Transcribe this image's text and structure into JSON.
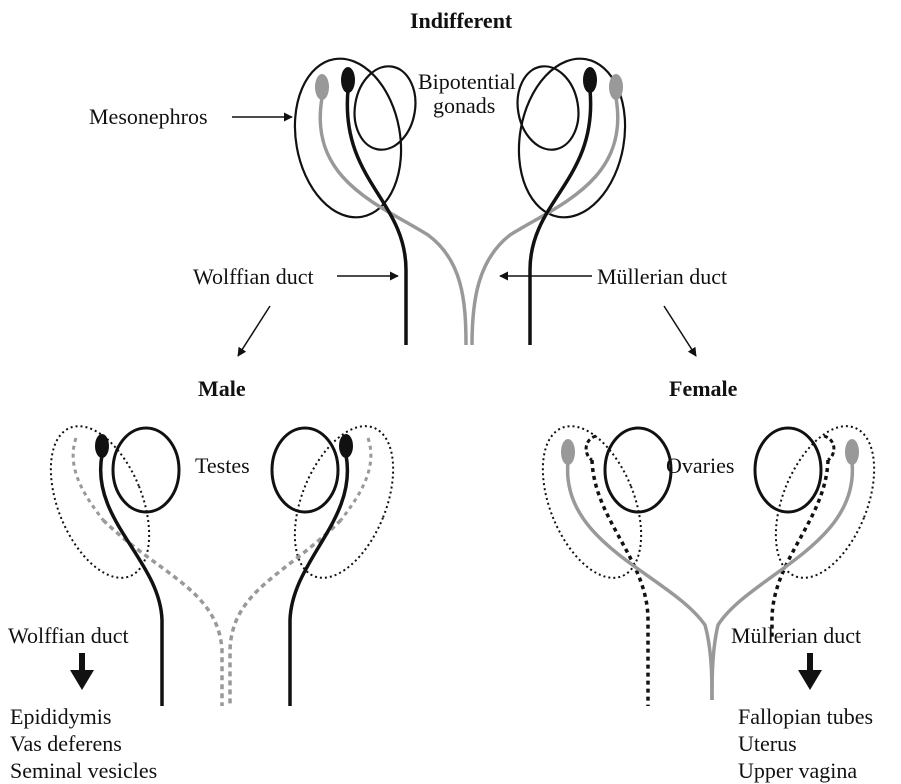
{
  "headings": {
    "indifferent": "Indifferent",
    "male": "Male",
    "female": "Female"
  },
  "labels": {
    "mesonephros": "Mesonephros",
    "bipotential_line1": "Bipotential",
    "bipotential_line2": "gonads",
    "wolffian_duct_top": "Wolffian duct",
    "mullerian_duct_top": "Müllerian duct",
    "testes": "Testes",
    "ovaries": "Ovaries",
    "wolffian_duct_male": "Wolffian duct",
    "mullerian_duct_female": "Müllerian duct"
  },
  "male_derivatives": [
    "Epididymis",
    "Vas deferens",
    "Seminal vesicles"
  ],
  "female_derivatives": [
    "Fallopian tubes",
    "Uterus",
    "Upper vagina"
  ],
  "colors": {
    "wolffian": "#111111",
    "mullerian": "#999999",
    "regressed_wolffian_dotted": "#111111",
    "regressed_mullerian_dotted": "#999999"
  }
}
